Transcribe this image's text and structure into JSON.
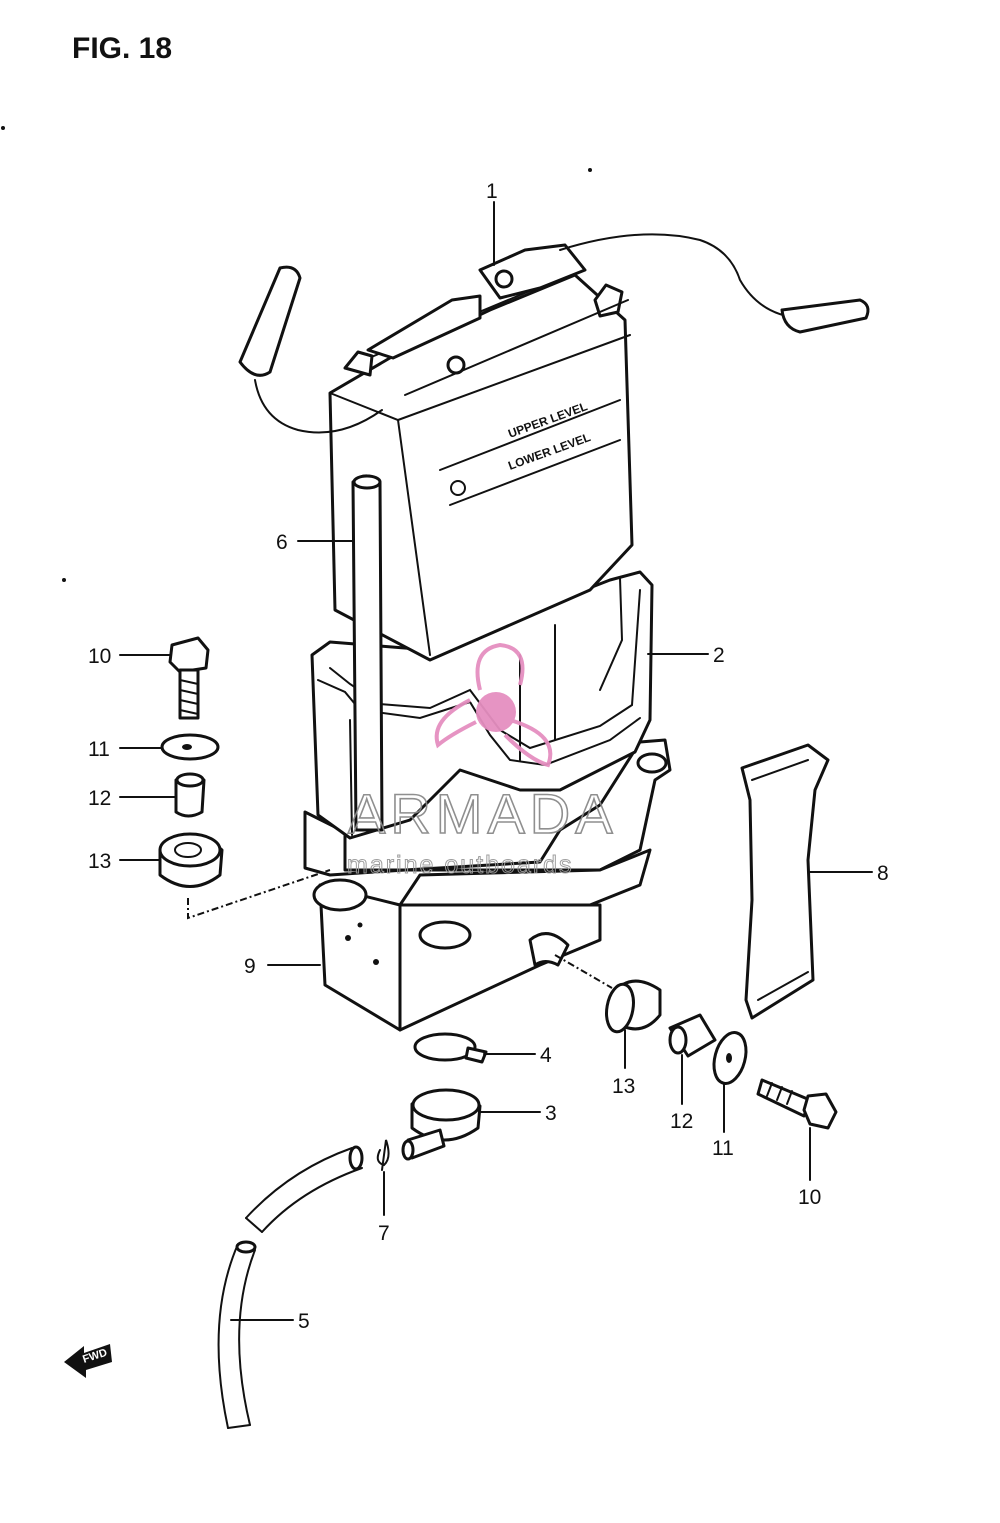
{
  "figure": {
    "title": "FIG. 18",
    "parts": [
      {
        "number": "1"
      },
      {
        "number": "2"
      },
      {
        "number": "3"
      },
      {
        "number": "4"
      },
      {
        "number": "5"
      },
      {
        "number": "6"
      },
      {
        "number": "7"
      },
      {
        "number": "8"
      },
      {
        "number": "9"
      },
      {
        "number": "10"
      },
      {
        "number": "11"
      },
      {
        "number": "12"
      },
      {
        "number": "13"
      }
    ],
    "callouts_right": {
      "c13": "13",
      "c12": "12",
      "c11": "11",
      "c10": "10"
    },
    "battery_labels": {
      "upper": "UPPER LEVEL",
      "lower": "LOWER LEVEL"
    },
    "direction_label": "FWD"
  },
  "watermark": {
    "brand": "ARMADA",
    "tagline": "marine outboards",
    "logo_color": "#e58fc0"
  }
}
